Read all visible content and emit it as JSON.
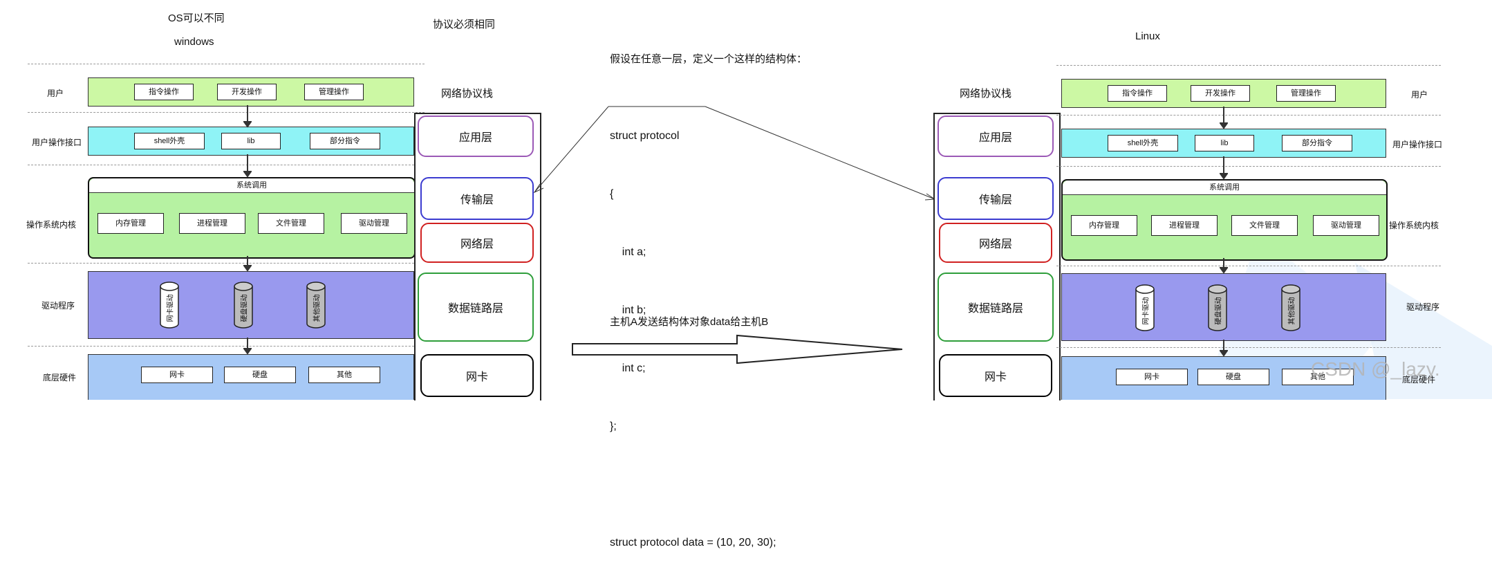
{
  "top": {
    "os_note": "OS可以不同",
    "protocol_note": "协议必须相同",
    "left_os": "windows",
    "right_os": "Linux"
  },
  "layer_labels": {
    "user": "用户",
    "user_interface": "用户操作接口",
    "kernel": "操作系统内核",
    "driver": "驱动程序",
    "hardware": "底层硬件"
  },
  "user_items": [
    "指令操作",
    "开发操作",
    "管理操作"
  ],
  "interface_items": [
    "shell外壳",
    "lib",
    "部分指令"
  ],
  "syscall_label": "系统调用",
  "kernel_items": [
    "内存管理",
    "进程管理",
    "文件管理",
    "驱动管理"
  ],
  "driver_items": [
    "网卡驱动",
    "硬盘驱动",
    "其他驱动"
  ],
  "hardware_items": [
    "网卡",
    "硬盘",
    "其他"
  ],
  "stack": {
    "title": "网络协议栈",
    "layers": [
      "应用层",
      "传输层",
      "网络层",
      "数据链路层",
      "网卡"
    ]
  },
  "middle": {
    "intro": "假设在任意一层，定义一个这样的结构体：",
    "code_lines": [
      "struct protocol",
      "{",
      "    int a;",
      "    int b;",
      "    int c;",
      "};",
      "",
      "struct protocol data = (10, 20, 30);"
    ],
    "send_note": "主机A发送结构体对象data给主机B"
  },
  "colors": {
    "app": "#9b59b6",
    "transport": "#3b3bd0",
    "network": "#d02020",
    "link": "#2e9e3a",
    "nic": "#000000"
  },
  "watermark": "CSDN @_lazy."
}
